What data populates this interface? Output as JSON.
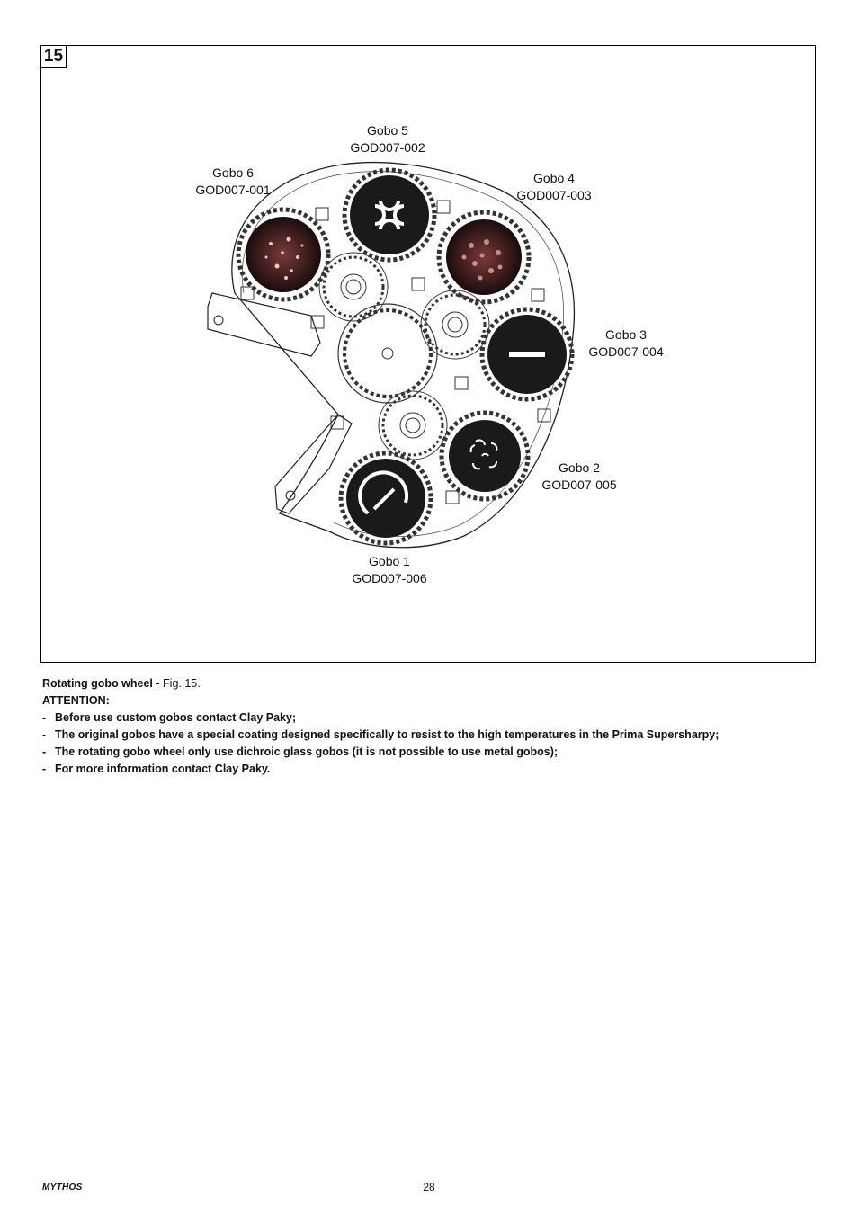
{
  "figure": {
    "number": "15",
    "gobos": [
      {
        "name": "Gobo 1",
        "code": "GOD007-006"
      },
      {
        "name": "Gobo 2",
        "code": "GOD007-005"
      },
      {
        "name": "Gobo 3",
        "code": "GOD007-004"
      },
      {
        "name": "Gobo 4",
        "code": "GOD007-003"
      },
      {
        "name": "Gobo 5",
        "code": "GOD007-002"
      },
      {
        "name": "Gobo 6",
        "code": "GOD007-001"
      }
    ]
  },
  "caption": {
    "title_bold": "Rotating gobo wheel",
    "title_rest": " - Fig. 15.",
    "attention": "ATTENTION:",
    "bullets": [
      "Before use custom gobos contact Clay Paky;",
      "The original gobos have a special coating designed specifically to resist to the high temperatures in the Prima Supersharpy;",
      "The rotating gobo wheel only use dichroic glass gobos (it is not possible to use metal gobos);",
      "For more information contact Clay Paky."
    ],
    "bullet_marker": "-"
  },
  "footer": {
    "brand": "MYTHOS",
    "page_number": "28"
  }
}
